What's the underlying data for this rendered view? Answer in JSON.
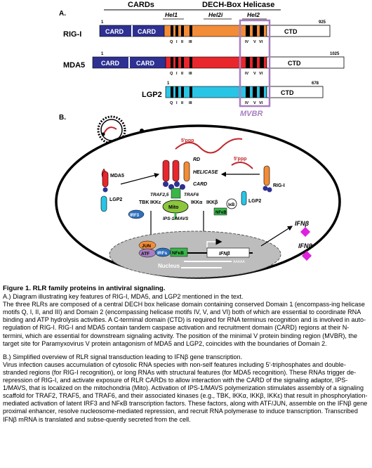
{
  "panel_a": {
    "label": "A.",
    "header_cards": "CARDs",
    "header_helicase": "DECH-Box Helicase",
    "hel1": "Hel1",
    "hel2i": "Hel2i",
    "hel2": "Hel2",
    "start_index": "1",
    "rig_i": {
      "name": "RIG-I",
      "card1": "CARD",
      "card2": "CARD",
      "ctd": "CTD",
      "length": "925"
    },
    "mda5": {
      "name": "MDA5",
      "card1": "CARD",
      "card2": "CARD",
      "ctd": "CTD",
      "length": "1025"
    },
    "lgp2": {
      "name": "LGP2",
      "ctd": "CTD",
      "length": "678"
    },
    "motifs_domain1": [
      "Q",
      "I",
      "II",
      "III"
    ],
    "motifs_domain2": [
      "IV",
      "V",
      "VI"
    ],
    "mvbr": "MVBR",
    "colors": {
      "card": "#2e3192",
      "rig_helicase": "#f28c38",
      "mda5_helicase": "#e8262c",
      "lgp2_helicase": "#29c5e6",
      "mvbr_box": "#a77fc0"
    }
  },
  "panel_b": {
    "label": "B.",
    "ppp_a": "5'ppp",
    "ppp_b": "5'ppp",
    "rd": "RD",
    "helicase": "HELICASE",
    "card": "CARD",
    "mda5": "MDA5",
    "lgp2_left": "LGP2",
    "lgp2_right": "LGP2",
    "rig_i": "RIG-I",
    "traf25": "TRAF2,5",
    "traf6": "TRAF6",
    "tbk": "TBK",
    "ikke": "IKKε",
    "ikka": "IKKα",
    "ikkb": "IKKβ",
    "mito": "Mito",
    "ips1": "IPS-1/MAVS",
    "irf3": "IRF3",
    "nfkb": "NFκB",
    "ikb": "IκB",
    "jun": "JUN",
    "atf": "ATF",
    "irfs": "IRFs",
    "nfkb_nuc": "NFκB",
    "ifnb_gene": "IFNβ",
    "nucleus": "Nucleus",
    "polya": "AAAAA",
    "ifnb_out1": "IFNβ",
    "ifnb_out2": "IFNβ"
  },
  "caption": {
    "title": "Figure 1.  RLR family proteins in antiviral signaling.",
    "a_paragraphs": [
      "A.)  Diagram illustrating key features of RIG-I, MDA5, and LGP2 mentioned in the text.",
      "The three RLRs are composed of a central DECH box helicase domain containing conserved Domain 1 (encompass-ing helicase motifs Q, I, II, and III) and Domain 2 (encompassing helicase motifs IV, V, and VI) both of which are essential to coordinate RNA binding and ATP hydrolysis activities.  A C-terminal domain (CTD) is required for RNA terminus recognition and is involved in auto-regulation of RIG-I.  RIG-I and MDA5 contain tandem caspase activation and recruitment domain (CARD) regions at their N-termini, which are essential for downstream signaling activity.  The position of the minimal V protein binding region (MVBR), the target site for Paramyxovirus V protein antagonism of MDA5 and LGP2, coincides with the boundaries of Domain 2."
    ],
    "b_paragraphs": [
      "B.)  Simplified overview of RLR signal transduction leading to IFNβ gene transcription.",
      "Virus infection causes accumulation of cytosolic RNA species with non-self features including 5'-triphosphates and double-stranded regions (for RIG-I recognition), or long RNAs with structural features (for MDA5 recognition).  These RNAs trigger de-repression of RIG-I, and activate exposure of RLR CARDs to allow interaction with the CARD of the signaling adaptor, IPS-1/MAVS, that is localized on the mitochondria (Mito).  Activation of IPS-1/MAVS polymerization stimulates assembly of a signaling scaffold for TRAF2, TRAF5, and TRAF6, and their associated kinases (e.g., TBK, IKKα, IKKβ, IKKε) that result in phosphorylation-mediated activation of latent IRF3 and NFκB transcription factors.  These factors, along with ATF/JUN, assemble on the IFNβ gene proximal enhancer, resolve nucleosome-mediated repression, and recruit RNA polymerase to induce transcription.  Transcribed IFNβ mRNA is translated and subse-quently secreted from the cell."
    ]
  }
}
